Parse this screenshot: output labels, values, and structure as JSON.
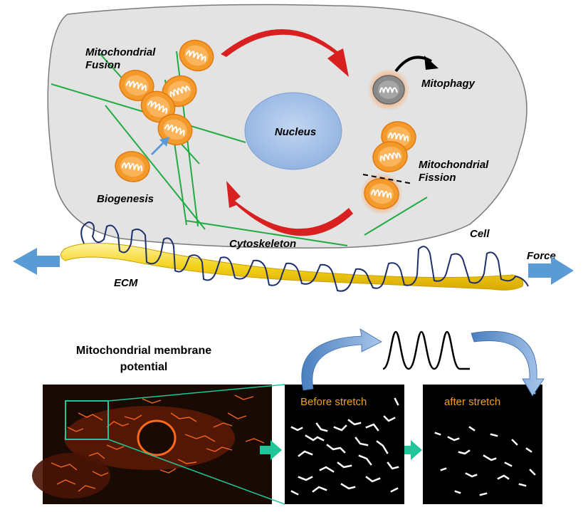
{
  "labels": {
    "fusion_line1": "Mitochondrial",
    "fusion_line2": "Fusion",
    "mitophagy": "Mitophagy",
    "nucleus": "Nucleus",
    "fission_line1": "Mitochondrial",
    "fission_line2": "Fission",
    "biogenesis": "Biogenesis",
    "cytoskeleton": "Cytoskeleton",
    "cell": "Cell",
    "force": "Force",
    "ecm": "ECM",
    "membrane_title_line1": "Mitochondrial membrane",
    "membrane_title_line2": "potential",
    "before_stretch": "Before stretch",
    "after_stretch": "after stretch"
  },
  "colors": {
    "cell_fill": "#e3e3e3",
    "nucleus_fill": "#a9c4e8",
    "mito_fill": "#f39a2a",
    "cycle_arrow": "#d82020",
    "cytoskeleton": "#22aa44",
    "ecm_fiber": "#f4d21a",
    "membrane_trace": "#1f2f6b",
    "force_arrow": "#5a9bd5",
    "stretch_arrow": "#22c49a",
    "panel_label": "#f2a01a"
  }
}
